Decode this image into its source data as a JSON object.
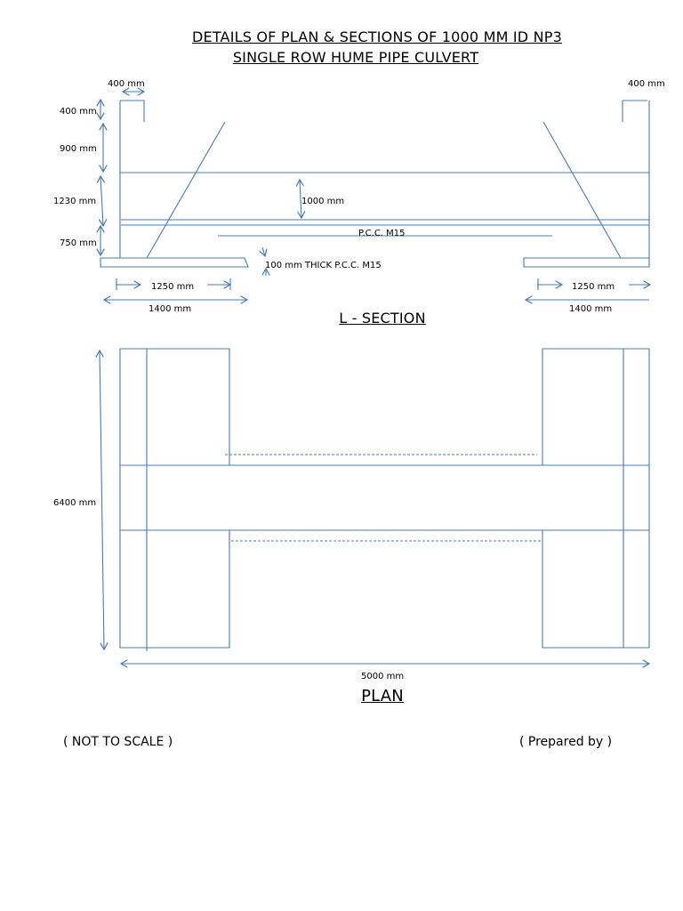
{
  "title": {
    "line1": "DETAILS OF PLAN & SECTIONS OF 1000 MM ID NP3",
    "line2": "SINGLE ROW HUME PIPE CULVERT"
  },
  "sections": {
    "l_section": "L - SECTION",
    "plan": "PLAN"
  },
  "dimensions": {
    "d400_top_left": "400 mm",
    "d400_top_right": "400 mm",
    "d400_side": "400 mm",
    "d900": "900 mm",
    "d1230": "1230 mm",
    "d750": "750 mm",
    "d1000": "1000 mm",
    "d1250_left": "1250 mm",
    "d1250_right": "1250 mm",
    "d1400_left": "1400 mm",
    "d1400_right": "1400 mm",
    "d6400": "6400 mm",
    "d5000": "5000 mm"
  },
  "labels": {
    "pcc_m15": "P.C.C. M15",
    "pcc_thick": "100 mm THICK P.C.C. M15"
  },
  "footer": {
    "not_to_scale": "( NOT TO SCALE )",
    "prepared_by": "( Prepared by )"
  },
  "colors": {
    "line": "#4a7bb0"
  }
}
